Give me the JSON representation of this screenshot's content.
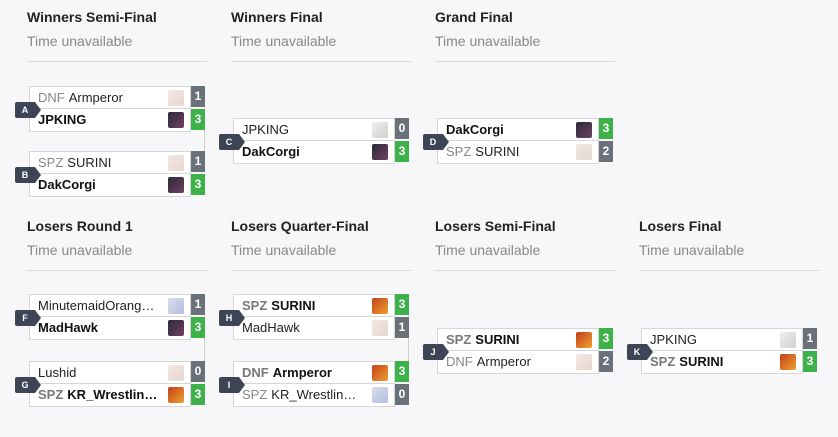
{
  "rounds": [
    {
      "title": "Winners Semi-Final",
      "subtitle": "Time unavailable"
    },
    {
      "title": "Winners Final",
      "subtitle": "Time unavailable"
    },
    {
      "title": "Grand Final",
      "subtitle": "Time unavailable"
    },
    {
      "title": "Losers Round 1",
      "subtitle": "Time unavailable"
    },
    {
      "title": "Losers Quarter-Final",
      "subtitle": "Time unavailable"
    },
    {
      "title": "Losers Semi-Final",
      "subtitle": "Time unavailable"
    },
    {
      "title": "Losers Final",
      "subtitle": "Time unavailable"
    }
  ],
  "matches": [
    {
      "label": "A",
      "p": [
        {
          "tag": "DNF",
          "name": "Armperor",
          "score": "1",
          "win": false,
          "avatar": "light"
        },
        {
          "tag": "",
          "name": "JPKING",
          "score": "3",
          "win": true,
          "avatar": "dark"
        }
      ]
    },
    {
      "label": "B",
      "p": [
        {
          "tag": "SPZ",
          "name": "SURINI",
          "score": "1",
          "win": false,
          "avatar": "light"
        },
        {
          "tag": "",
          "name": "DakCorgi",
          "score": "3",
          "win": true,
          "avatar": "dark"
        }
      ]
    },
    {
      "label": "C",
      "p": [
        {
          "tag": "",
          "name": "JPKING",
          "score": "0",
          "win": false,
          "avatar": "gray"
        },
        {
          "tag": "",
          "name": "DakCorgi",
          "score": "3",
          "win": true,
          "avatar": "dark"
        }
      ]
    },
    {
      "label": "D",
      "p": [
        {
          "tag": "",
          "name": "DakCorgi",
          "score": "3",
          "win": true,
          "avatar": "dark"
        },
        {
          "tag": "SPZ",
          "name": "SURINI",
          "score": "2",
          "win": false,
          "avatar": "light"
        }
      ]
    },
    {
      "label": "F",
      "p": [
        {
          "tag": "",
          "name": "MinutemaidOrange…",
          "score": "1",
          "win": false,
          "avatar": "blue"
        },
        {
          "tag": "",
          "name": "MadHawk",
          "score": "3",
          "win": true,
          "avatar": "dark"
        }
      ]
    },
    {
      "label": "G",
      "p": [
        {
          "tag": "",
          "name": "Lushid",
          "score": "0",
          "win": false,
          "avatar": "light"
        },
        {
          "tag": "SPZ",
          "name": "KR_Wrestling…",
          "score": "3",
          "win": true,
          "avatar": "red"
        }
      ]
    },
    {
      "label": "H",
      "p": [
        {
          "tag": "SPZ",
          "name": "SURINI",
          "score": "3",
          "win": true,
          "avatar": "red"
        },
        {
          "tag": "",
          "name": "MadHawk",
          "score": "1",
          "win": false,
          "avatar": "light"
        }
      ]
    },
    {
      "label": "I",
      "p": [
        {
          "tag": "DNF",
          "name": "Armperor",
          "score": "3",
          "win": true,
          "avatar": "red"
        },
        {
          "tag": "SPZ",
          "name": "KR_Wrestlin…",
          "score": "0",
          "win": false,
          "avatar": "blue"
        }
      ]
    },
    {
      "label": "J",
      "p": [
        {
          "tag": "SPZ",
          "name": "SURINI",
          "score": "3",
          "win": true,
          "avatar": "red"
        },
        {
          "tag": "DNF",
          "name": "Armperor",
          "score": "2",
          "win": false,
          "avatar": "light"
        }
      ]
    },
    {
      "label": "K",
      "p": [
        {
          "tag": "",
          "name": "JPKING",
          "score": "1",
          "win": false,
          "avatar": "gray"
        },
        {
          "tag": "SPZ",
          "name": "SURINI",
          "score": "3",
          "win": true,
          "avatar": "red"
        }
      ]
    }
  ],
  "colors": {
    "win": "#3db24a",
    "lose": "#6b7178",
    "label_bg": "#3c4455"
  }
}
